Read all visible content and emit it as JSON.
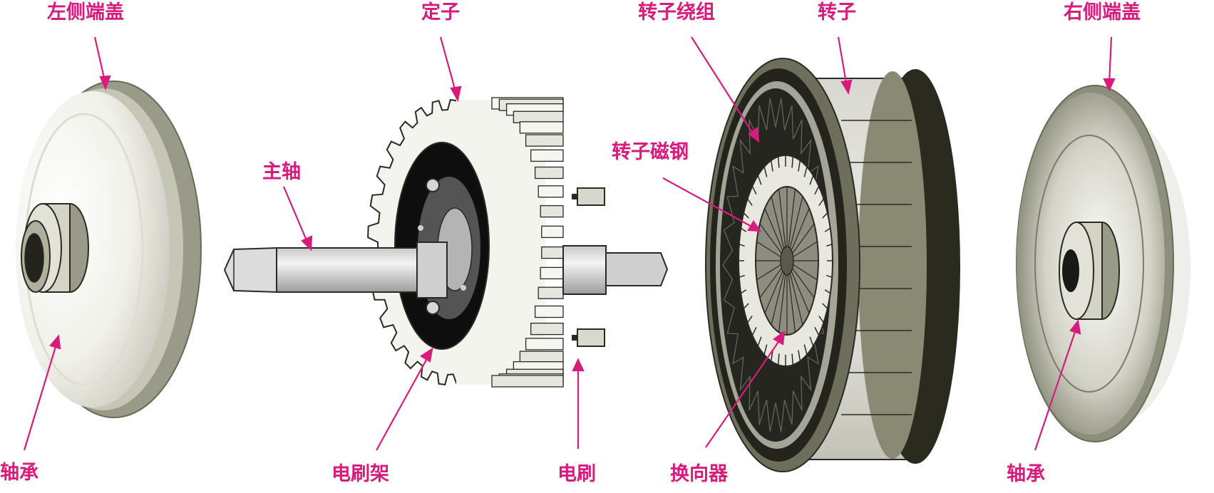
{
  "colors": {
    "label": "#d81b7c",
    "leader": "#d81b7c",
    "outline": "#2a2a22",
    "metal_dark": "#24241c",
    "metal_mid": "#8e8e80",
    "metal_light": "#e4e4dc",
    "rim": "#62624f"
  },
  "labels": {
    "left_end_cap": "左侧端盖",
    "stator": "定子",
    "rotor_winding": "转子绕组",
    "rotor": "转子",
    "right_end_cap": "右侧端盖",
    "main_shaft": "主轴",
    "rotor_magnet": "转子磁钢",
    "bearing_left": "轴承",
    "brush_holder": "电刷架",
    "brush": "电刷",
    "commutator": "换向器",
    "bearing_right": "轴承"
  }
}
